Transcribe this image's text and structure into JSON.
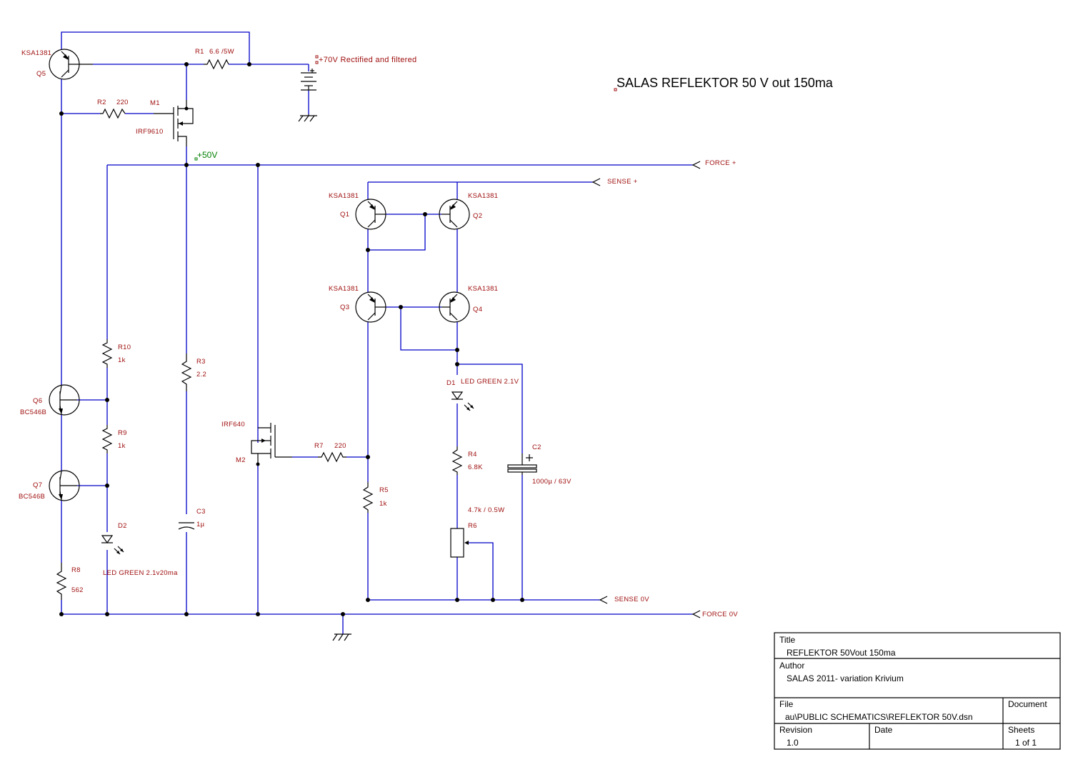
{
  "title": "SALAS REFLEKTOR 50 V out 150ma",
  "colors": {
    "wire": "#0000c8",
    "component": "#000000",
    "label": "#a01010",
    "net": "#008000"
  },
  "supply": {
    "label": "+70V Rectified and filtered"
  },
  "nets": {
    "plus50": "+50V",
    "force_plus": "FORCE +",
    "sense_plus": "SENSE +",
    "sense_0v": "SENSE 0V",
    "force_0v": "FORCE 0V"
  },
  "components": {
    "Q5": {
      "ref": "Q5",
      "value": "KSA1381"
    },
    "R1": {
      "ref": "R1",
      "value": "6.6 /5W"
    },
    "R2": {
      "ref": "R2",
      "value": "220"
    },
    "M1": {
      "ref": "M1",
      "value": "IRF9610"
    },
    "Q1": {
      "ref": "Q1",
      "value": "KSA1381"
    },
    "Q2": {
      "ref": "Q2",
      "value": "KSA1381"
    },
    "Q3": {
      "ref": "Q3",
      "value": "KSA1381"
    },
    "Q4": {
      "ref": "Q4",
      "value": "KSA1381"
    },
    "R10": {
      "ref": "R10",
      "value": "1k"
    },
    "R3": {
      "ref": "R3",
      "value": "2.2"
    },
    "Q6": {
      "ref": "Q6",
      "value": "BC546B"
    },
    "R9": {
      "ref": "R9",
      "value": "1k"
    },
    "Q7": {
      "ref": "Q7",
      "value": "BC546B"
    },
    "D2": {
      "ref": "D2",
      "value": "LED GREEN 2.1v20ma"
    },
    "C3": {
      "ref": "C3",
      "value": "1µ"
    },
    "R8": {
      "ref": "R8",
      "value": "562"
    },
    "M2": {
      "ref": "M2",
      "value": "IRF640"
    },
    "R7": {
      "ref": "R7",
      "value": "220"
    },
    "R5": {
      "ref": "R5",
      "value": "1k"
    },
    "D1": {
      "ref": "D1",
      "value": "LED GREEN 2.1V"
    },
    "R4": {
      "ref": "R4",
      "value": "6.8K"
    },
    "R6": {
      "ref": "R6",
      "value": "4.7k / 0.5W"
    },
    "C2": {
      "ref": "C2",
      "value": "1000µ / 63V"
    }
  },
  "titleblock": {
    "title_label": "Title",
    "title_value": "REFLEKTOR 50Vout 150ma",
    "author_label": "Author",
    "author_value": "SALAS 2011- variation Krivium",
    "file_label": "File",
    "file_value": "au\\PUBLIC SCHEMATICS\\REFLEKTOR 50V.dsn",
    "document_label": "Document",
    "revision_label": "Revision",
    "revision_value": "1.0",
    "date_label": "Date",
    "sheets_label": "Sheets",
    "sheets_value": "1 of 1"
  }
}
